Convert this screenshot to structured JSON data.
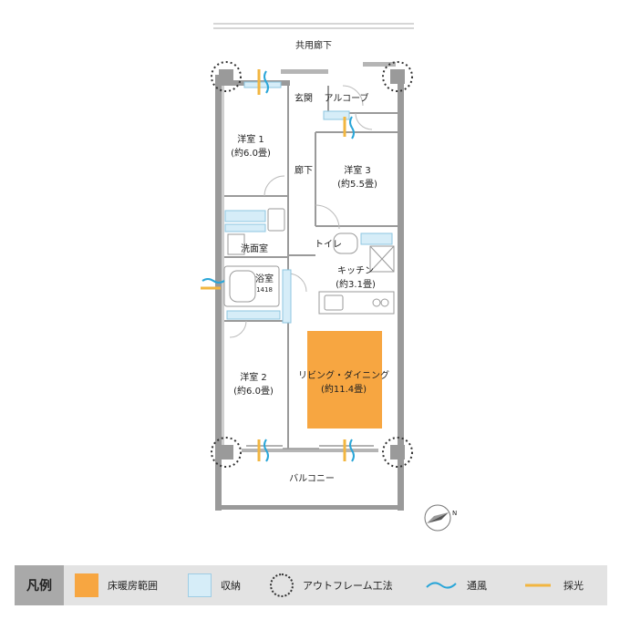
{
  "plan": {
    "corridor": "共用廊下",
    "entrance": "玄関",
    "alcove": "アルコーブ",
    "hall": "廊下",
    "washroom": "洗面室",
    "toilet": "トイレ",
    "bath": "浴室",
    "bath_size": "1418",
    "balcony": "バルコニー",
    "rooms": {
      "western1": {
        "name": "洋室 1",
        "size": "(約6.0畳)"
      },
      "western2": {
        "name": "洋室 2",
        "size": "(約6.0畳)"
      },
      "western3": {
        "name": "洋室 3",
        "size": "(約5.5畳)"
      },
      "kitchen": {
        "name": "キッチン",
        "size": "(約3.1畳)"
      },
      "living": {
        "name": "リビング・ダイニング",
        "size": "(約11.4畳)"
      }
    },
    "compass": "N"
  },
  "legend": {
    "title": "凡例",
    "items": [
      {
        "label": "床暖房範囲",
        "icon": "orange-square"
      },
      {
        "label": "収納",
        "icon": "light-blue-square"
      },
      {
        "label": "アウトフレーム工法",
        "icon": "dotted-circle"
      },
      {
        "label": "通風",
        "icon": "wind-wave"
      },
      {
        "label": "採光",
        "icon": "light-ray"
      }
    ]
  },
  "colors": {
    "heating": "#f7a641",
    "storage": "#d6edf8",
    "wind": "#2aa6d8",
    "light": "#f2b640",
    "wall": "#9a9a9a"
  }
}
